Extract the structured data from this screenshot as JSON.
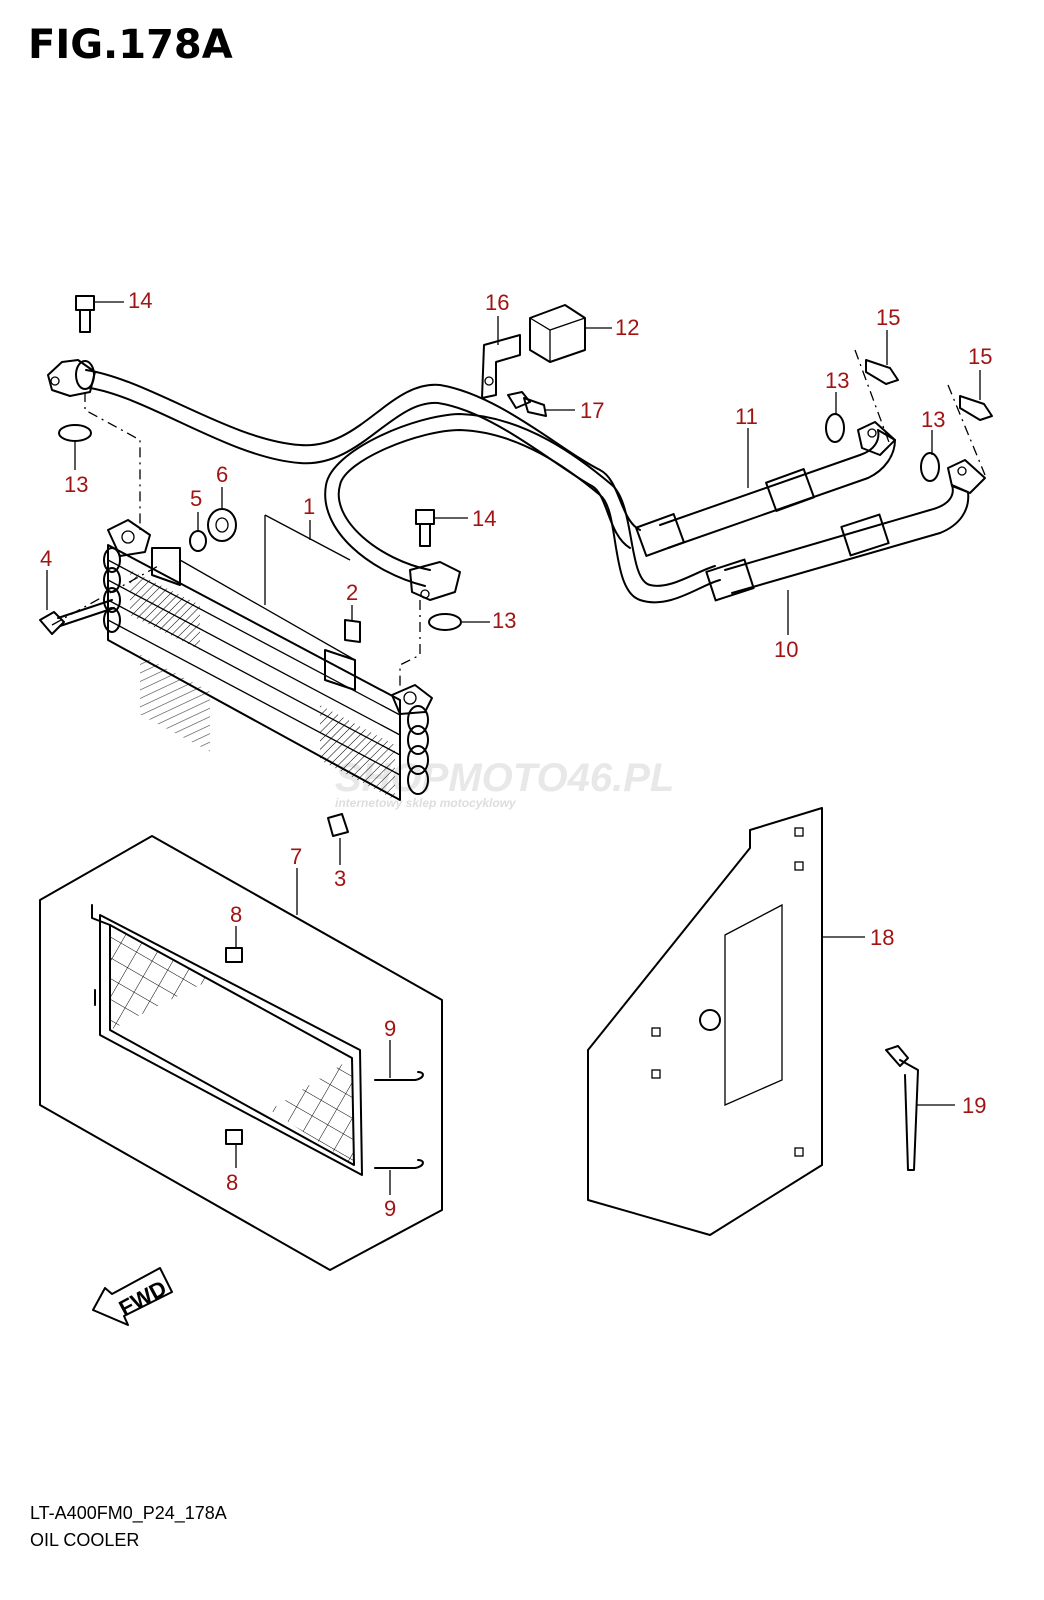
{
  "figure": {
    "title": "FIG.178A"
  },
  "footer": {
    "code": "LT-A400FM0_P24_178A",
    "name": "OIL COOLER"
  },
  "watermark": {
    "main": "SHOPMOTO46.PL",
    "sub": "internetowy sklep motocyklowy"
  },
  "fwd_label": "FWD",
  "callouts": [
    "1",
    "2",
    "3",
    "4",
    "5",
    "6",
    "7",
    "8",
    "8",
    "9",
    "9",
    "10",
    "11",
    "12",
    "13",
    "13",
    "13",
    "13",
    "14",
    "14",
    "15",
    "15",
    "16",
    "17",
    "18",
    "19"
  ],
  "colors": {
    "callout": "#a01414",
    "line": "#000000",
    "watermark": "#e8e8e8"
  }
}
